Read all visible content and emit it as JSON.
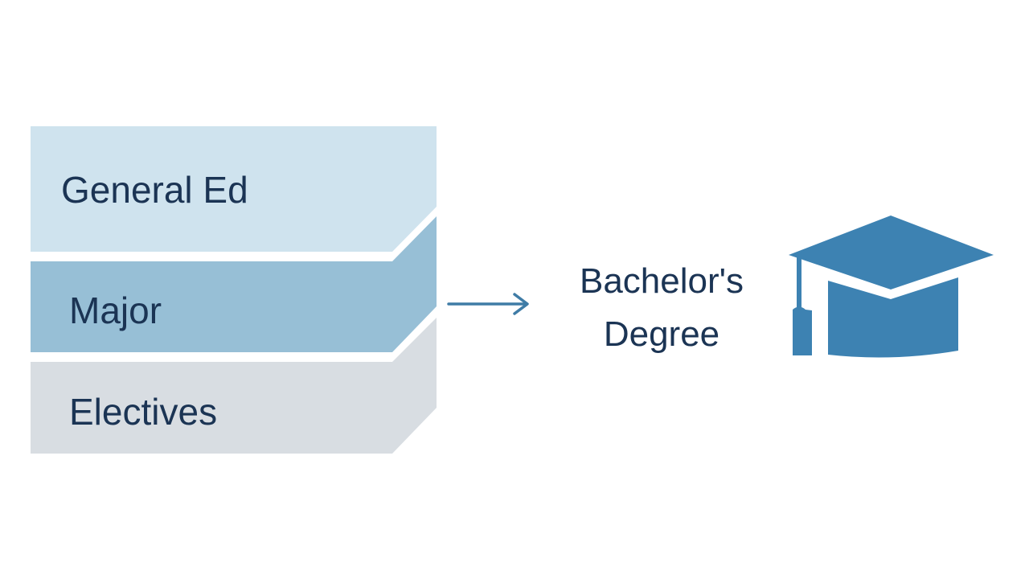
{
  "layers": [
    {
      "label": "General Ed",
      "color": "#cfe3ee"
    },
    {
      "label": "Major",
      "color": "#97bfd6"
    },
    {
      "label": "Electives",
      "color": "#d8dde2"
    }
  ],
  "result": {
    "line1": "Bachelor's",
    "line2": "Degree"
  },
  "colors": {
    "text": "#1b3454",
    "arrow": "#3f7ca6",
    "icon": "#3d82b2"
  },
  "icons": {
    "arrow": "right-arrow-icon",
    "result": "graduation-cap-icon"
  }
}
